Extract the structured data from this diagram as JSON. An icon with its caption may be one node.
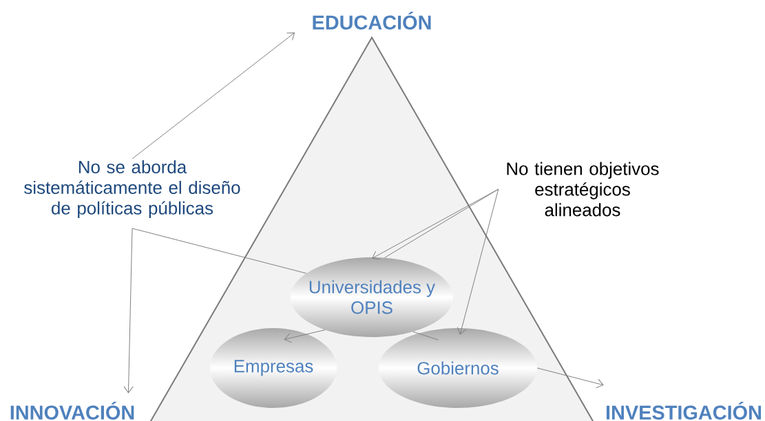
{
  "diagram": {
    "nodes": [
      {
        "text": [
          "EDUCACIÓN"
        ]
      },
      {
        "text": [
          "No se aborda sistemáticamente el diseño de políticas públicas"
        ]
      },
      {
        "text": [
          "No tienen objetivos estratégicos alineados"
        ]
      },
      {
        "text": [],
        "shape": "triangle"
      },
      {
        "text": [
          "Universidades y OPIS"
        ],
        "in": 3
      },
      {
        "text": [
          "Empresas"
        ],
        "in": 3
      },
      {
        "text": [
          "Gobiernos"
        ],
        "in": 3
      },
      {
        "text": [
          "INNOVACIÓN"
        ]
      },
      {
        "text": [
          "INVESTIGACIÓN"
        ]
      }
    ],
    "edges": [
      {
        "from": 1,
        "to": 0,
        "arrow": "to"
      },
      {
        "from": 4,
        "to": 7,
        "arrow": "to"
      },
      {
        "from": 2,
        "to": 4,
        "arrow": "to"
      },
      {
        "from": 2,
        "to": 6,
        "arrow": "to"
      },
      {
        "from": 4,
        "to": 2,
        "arrow": "none"
      },
      {
        "from": 4,
        "to": 5,
        "arrow": "to"
      },
      {
        "from": 4,
        "to": 6,
        "arrow": "none"
      },
      {
        "from": 6,
        "to": 8,
        "arrow": "to"
      }
    ]
  }
}
